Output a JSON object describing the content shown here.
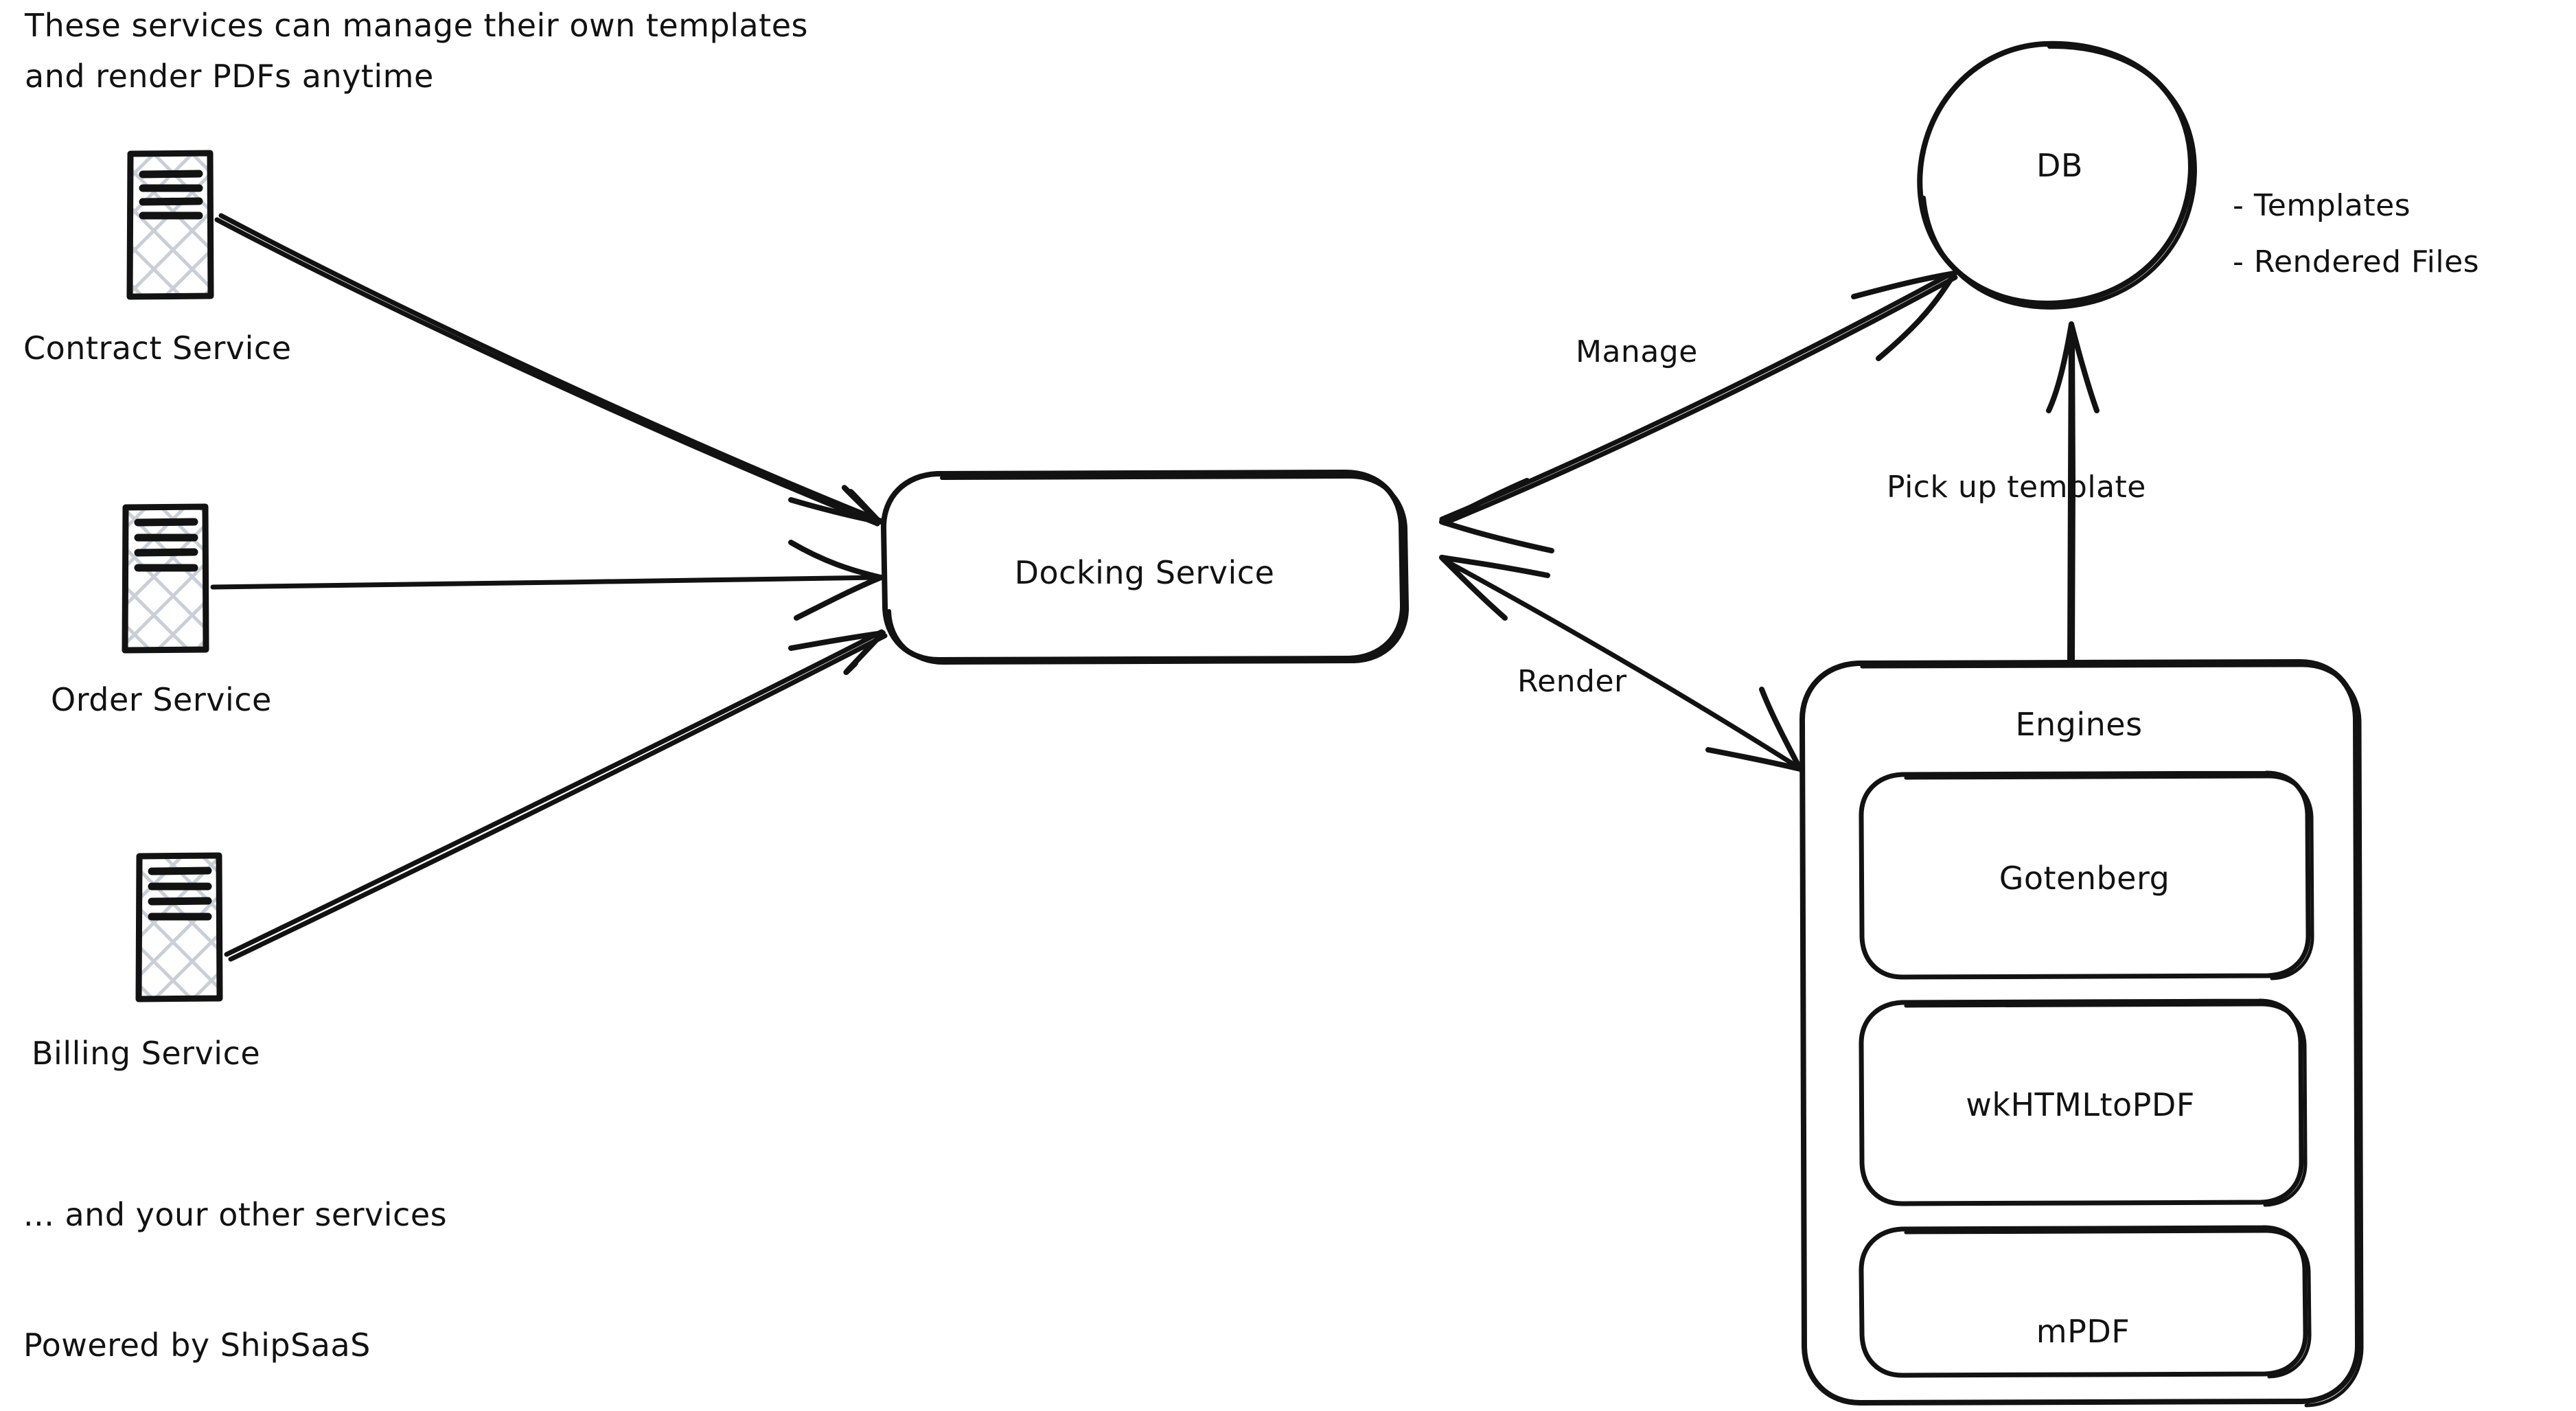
{
  "diagram": {
    "title": "Docking Service PDF rendering architecture",
    "background_color": "#ffffff",
    "stroke_color": "#121212",
    "hatch_color": "#c9ced8"
  },
  "notes": {
    "top_note_line1": "These services can manage their own templates",
    "top_note_line2": "and render PDFs anytime",
    "more_services": "... and your other services",
    "footer": "Powered by ShipSaaS"
  },
  "services": [
    {
      "label": "Contract Service",
      "icon": "server-icon"
    },
    {
      "label": "Order Service",
      "icon": "server-icon"
    },
    {
      "label": "Billing Service",
      "icon": "server-icon"
    }
  ],
  "nodes": {
    "docking_service": {
      "label": "Docking Service",
      "shape": "rounded-rectangle"
    },
    "db": {
      "label": "DB",
      "shape": "ellipse"
    },
    "engines": {
      "label": "Engines",
      "shape": "rounded-rectangle-container"
    }
  },
  "db_contents": [
    "- Templates",
    "- Rendered Files"
  ],
  "engines": [
    {
      "label": "Gotenberg"
    },
    {
      "label": "wkHTMLtoPDF"
    },
    {
      "label": "mPDF"
    }
  ],
  "edges": [
    {
      "label": "",
      "from": "Contract Service",
      "to": "Docking Service",
      "arrow": "single"
    },
    {
      "label": "",
      "from": "Order Service",
      "to": "Docking Service",
      "arrow": "single"
    },
    {
      "label": "",
      "from": "Billing Service",
      "to": "Docking Service",
      "arrow": "single"
    },
    {
      "label": "Manage",
      "from": "Docking Service",
      "to": "DB",
      "arrow": "double"
    },
    {
      "label": "Render",
      "from": "Docking Service",
      "to": "Engines",
      "arrow": "double"
    },
    {
      "label": "Pick up template",
      "from": "Engines",
      "to": "DB",
      "arrow": "single"
    }
  ]
}
